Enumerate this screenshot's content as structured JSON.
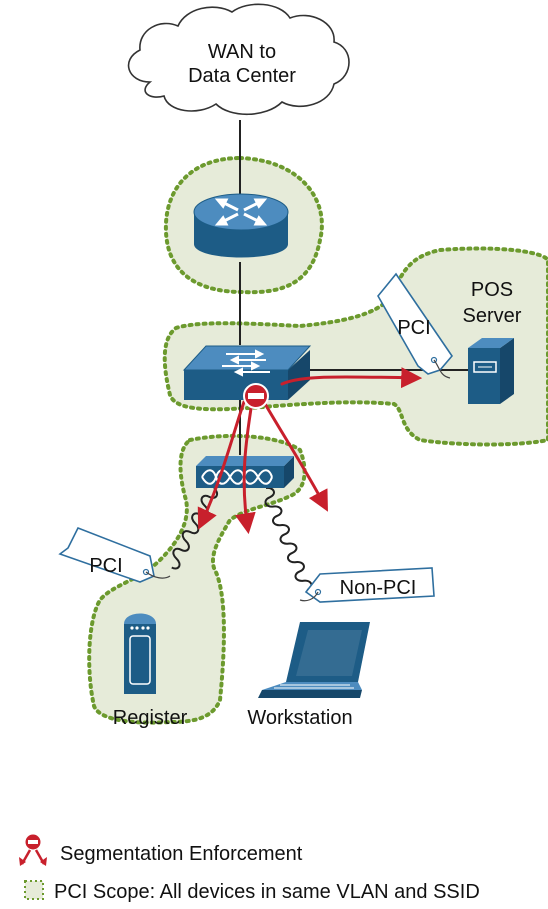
{
  "diagram": {
    "cloud_label_line1": "WAN to",
    "cloud_label_line2": "Data Center",
    "server_label_line1": "POS",
    "server_label_line2": "Server",
    "tag_server": "PCI",
    "tag_register": "PCI",
    "tag_workstation": "Non-PCI",
    "register_label": "Register",
    "workstation_label": "Workstation"
  },
  "legend": {
    "enforcement_label": "Segmentation Enforcement",
    "scope_label": "PCI Scope: All devices in same VLAN and SSID"
  },
  "colors": {
    "device_blue": "#1d5c86",
    "device_top": "#4d8cbf",
    "scope_fill": "#e6ebd9",
    "scope_border": "#6c9a2e",
    "arrow_red": "#c8202c",
    "link_dark": "#222222"
  }
}
